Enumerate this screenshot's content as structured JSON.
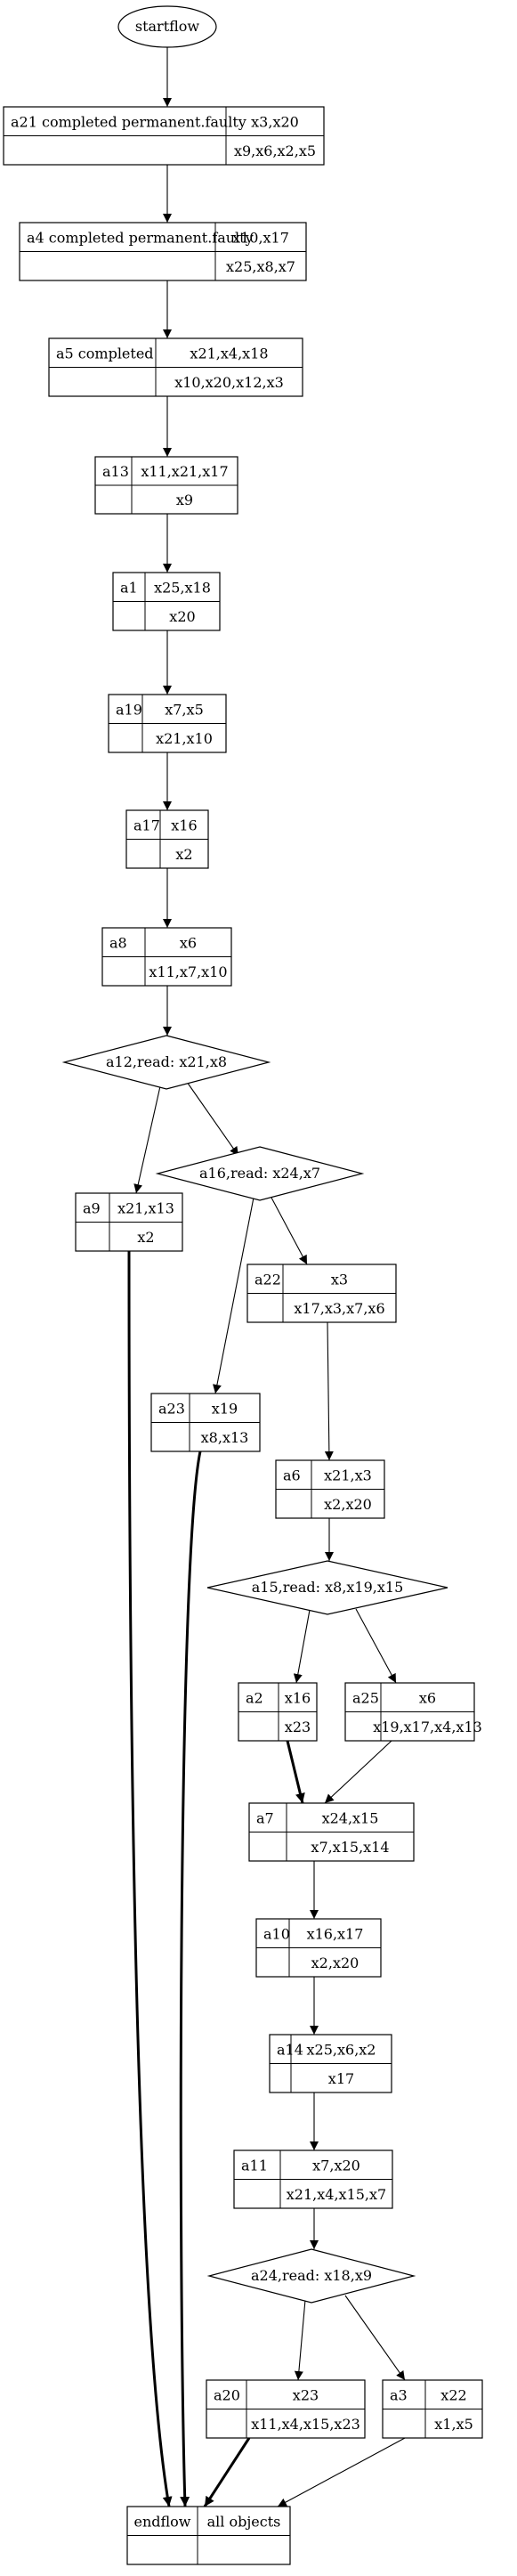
{
  "start": {
    "label": "startflow"
  },
  "activities": [
    {
      "id": "a21",
      "name": "a21 completed permanent.faulty",
      "top": "x3,x20",
      "bottom": "x9,x6,x2,x5"
    },
    {
      "id": "a4",
      "name": "a4 completed permanent.faulty",
      "top": "x10,x17",
      "bottom": "x25,x8,x7"
    },
    {
      "id": "a5",
      "name": "a5 completed",
      "top": "x21,x4,x18",
      "bottom": "x10,x20,x12,x3"
    },
    {
      "id": "a13",
      "name": "a13",
      "top": "x11,x21,x17",
      "bottom": "x9"
    },
    {
      "id": "a1",
      "name": "a1",
      "top": "x25,x18",
      "bottom": "x20"
    },
    {
      "id": "a19",
      "name": "a19",
      "top": "x7,x5",
      "bottom": "x21,x10"
    },
    {
      "id": "a17",
      "name": "a17",
      "top": "x16",
      "bottom": "x2"
    },
    {
      "id": "a8",
      "name": "a8",
      "top": "x6",
      "bottom": "x11,x7,x10"
    },
    {
      "id": "a9",
      "name": "a9",
      "top": "x21,x13",
      "bottom": "x2"
    },
    {
      "id": "a22",
      "name": "a22",
      "top": "x3",
      "bottom": "x17,x3,x7,x6"
    },
    {
      "id": "a23",
      "name": "a23",
      "top": "x19",
      "bottom": "x8,x13"
    },
    {
      "id": "a6",
      "name": "a6",
      "top": "x21,x3",
      "bottom": "x2,x20"
    },
    {
      "id": "a2",
      "name": "a2",
      "top": "x16",
      "bottom": "x23"
    },
    {
      "id": "a25",
      "name": "a25",
      "top": "x6",
      "bottom": "x19,x17,x4,x13"
    },
    {
      "id": "a7",
      "name": "a7",
      "top": "x24,x15",
      "bottom": "x7,x15,x14"
    },
    {
      "id": "a10",
      "name": "a10",
      "top": "x16,x17",
      "bottom": "x2,x20"
    },
    {
      "id": "a14",
      "name": "a14",
      "top": "x25,x6,x2",
      "bottom": "x17"
    },
    {
      "id": "a11",
      "name": "a11",
      "top": "x7,x20",
      "bottom": "x21,x4,x15,x7"
    },
    {
      "id": "a20",
      "name": "a20",
      "top": "x23",
      "bottom": "x11,x4,x15,x23"
    },
    {
      "id": "a3",
      "name": "a3",
      "top": "x22",
      "bottom": "x1,x5"
    }
  ],
  "decisions": [
    {
      "id": "a12",
      "label": "a12,read: x21,x8"
    },
    {
      "id": "a16",
      "label": "a16,read: x24,x7"
    },
    {
      "id": "a15",
      "label": "a15,read: x8,x19,x15"
    },
    {
      "id": "a24",
      "label": "a24,read: x18,x9"
    }
  ],
  "end": {
    "label": "endflow",
    "objects": "all objects"
  },
  "edges": [
    {
      "from": "start",
      "to": "a21"
    },
    {
      "from": "a21",
      "to": "a4"
    },
    {
      "from": "a4",
      "to": "a5"
    },
    {
      "from": "a5",
      "to": "a13"
    },
    {
      "from": "a13",
      "to": "a1"
    },
    {
      "from": "a1",
      "to": "a19"
    },
    {
      "from": "a19",
      "to": "a17"
    },
    {
      "from": "a17",
      "to": "a8"
    },
    {
      "from": "a8",
      "to": "a12"
    },
    {
      "from": "a12",
      "to": "a9"
    },
    {
      "from": "a12",
      "to": "a16"
    },
    {
      "from": "a16",
      "to": "a23"
    },
    {
      "from": "a16",
      "to": "a22"
    },
    {
      "from": "a22",
      "to": "a6"
    },
    {
      "from": "a6",
      "to": "a15"
    },
    {
      "from": "a15",
      "to": "a2"
    },
    {
      "from": "a15",
      "to": "a25"
    },
    {
      "from": "a2",
      "to": "a7",
      "bold": true
    },
    {
      "from": "a25",
      "to": "a7"
    },
    {
      "from": "a7",
      "to": "a10"
    },
    {
      "from": "a10",
      "to": "a14"
    },
    {
      "from": "a14",
      "to": "a11"
    },
    {
      "from": "a11",
      "to": "a24"
    },
    {
      "from": "a24",
      "to": "a20"
    },
    {
      "from": "a24",
      "to": "a3"
    },
    {
      "from": "a9",
      "to": "end",
      "bold": true
    },
    {
      "from": "a23",
      "to": "end",
      "bold": true
    },
    {
      "from": "a20",
      "to": "end",
      "bold": true
    },
    {
      "from": "a3",
      "to": "end"
    }
  ]
}
